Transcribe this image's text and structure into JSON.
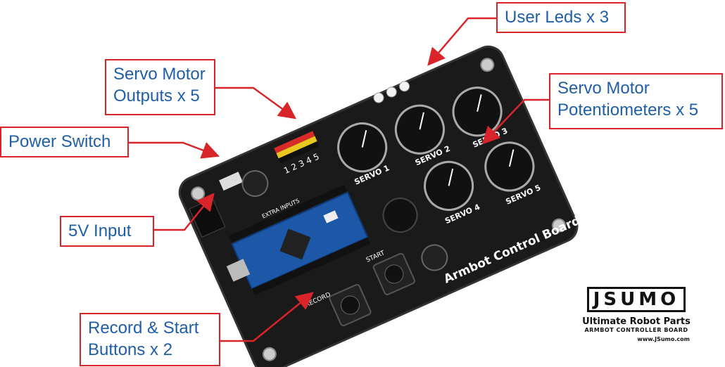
{
  "labels": {
    "user_leds": "User Leds x 3",
    "servo_outputs_line1": "Servo Motor",
    "servo_outputs_line2": "Outputs x 5",
    "servo_pots_line1": "Servo Motor",
    "servo_pots_line2": "Potentiometers x 5",
    "power_switch": "Power Switch",
    "input_5v": "5V Input",
    "buttons_line1": "Record & Start",
    "buttons_line2": "Buttons x 2"
  },
  "board": {
    "title": "Armbot Control Board",
    "servo_labels": [
      "SERVO 1",
      "SERVO 2",
      "SERVO 3",
      "SERVO 4",
      "SERVO 5"
    ],
    "header_numbers": "1 2 3 4 5",
    "extra_inputs": "EXTRA INPUTS",
    "record": "RECORD",
    "start": "START"
  },
  "brand": {
    "logo": "JSUMO",
    "tagline": "Ultimate Robot Parts",
    "subtitle": "ARMBOT CONTROLLER BOARD",
    "url": "www.JSumo.com"
  },
  "colors": {
    "label_border": "#d9242a",
    "label_text": "#1f5fa8",
    "arrow": "#d9242a",
    "board": "#1a1a1a",
    "arduino": "#1d57a8"
  }
}
